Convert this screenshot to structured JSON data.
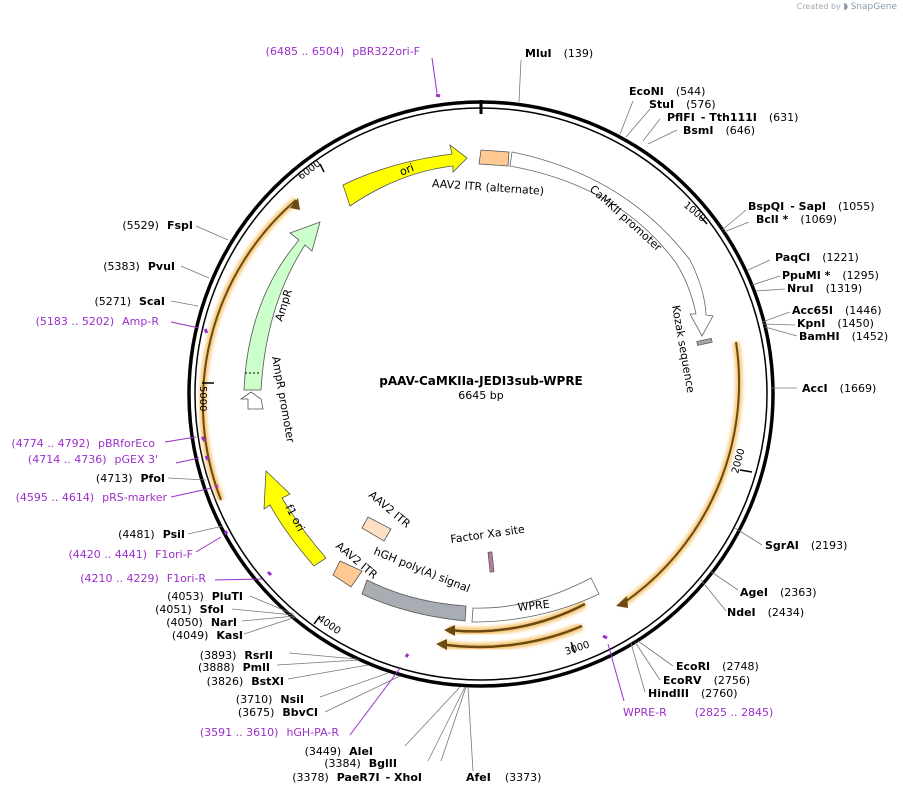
{
  "credit": {
    "prefix": "Created by",
    "brand": "SnapGene"
  },
  "plasmid": {
    "name": "pAAV-CaMKIIa-JEDI3sub-WPRE",
    "length_label": "6645 bp",
    "length": 6645
  },
  "ticks": [
    {
      "label": "1000",
      "pos": 1000
    },
    {
      "label": "2000",
      "pos": 2000
    },
    {
      "label": "3000",
      "pos": 3000
    },
    {
      "label": "4000",
      "pos": 4000
    },
    {
      "label": "5000",
      "pos": 5000
    },
    {
      "label": "6000",
      "pos": 6000
    }
  ],
  "sites": [
    {
      "name": "MluI",
      "pos_label": "(139)",
      "pos": 139
    },
    {
      "name": "EcoNI",
      "pos_label": "(544)",
      "pos": 544
    },
    {
      "name": "StuI",
      "pos_label": "(576)",
      "pos": 576
    },
    {
      "name": "PflFI",
      "name2": "- Tth111I",
      "pos_label": "(631)",
      "pos": 631
    },
    {
      "name": "BsmI",
      "pos_label": "(646)",
      "pos": 646
    },
    {
      "name": "BspQI",
      "name2": "- SapI",
      "pos_label": "(1055)",
      "pos": 1055
    },
    {
      "name": "BclI *",
      "pos_label": "(1069)",
      "pos": 1069
    },
    {
      "name": "PaqCI",
      "pos_label": "(1221)",
      "pos": 1221
    },
    {
      "name": "PpuMI *",
      "pos_label": "(1295)",
      "pos": 1295
    },
    {
      "name": "NruI",
      "pos_label": "(1319)",
      "pos": 1319
    },
    {
      "name": "Acc65I",
      "pos_label": "(1446)",
      "pos": 1446
    },
    {
      "name": "KpnI",
      "pos_label": "(1450)",
      "pos": 1450
    },
    {
      "name": "BamHI",
      "pos_label": "(1452)",
      "pos": 1452
    },
    {
      "name": "AccI",
      "pos_label": "(1669)",
      "pos": 1669
    },
    {
      "name": "SgrAI",
      "pos_label": "(2193)",
      "pos": 2193
    },
    {
      "name": "AgeI",
      "pos_label": "(2363)",
      "pos": 2363
    },
    {
      "name": "NdeI",
      "pos_label": "(2434)",
      "pos": 2434
    },
    {
      "name": "EcoRI",
      "pos_label": "(2748)",
      "pos": 2748
    },
    {
      "name": "EcoRV",
      "pos_label": "(2756)",
      "pos": 2756
    },
    {
      "name": "HindIII",
      "pos_label": "(2760)",
      "pos": 2760
    },
    {
      "name": "AfeI",
      "pos_label": "(3373)",
      "pos": 3373
    },
    {
      "name": "PaeR7I",
      "name2": "- XhoI",
      "pos_label": "(3378)",
      "pos": 3378
    },
    {
      "name": "BglII",
      "pos_label": "(3384)",
      "pos": 3384
    },
    {
      "name": "AleI",
      "pos_label": "(3449)",
      "pos": 3449
    },
    {
      "name": "BbvCI",
      "pos_label": "(3675)",
      "pos": 3675
    },
    {
      "name": "NsiI",
      "pos_label": "(3710)",
      "pos": 3710
    },
    {
      "name": "BstXI",
      "pos_label": "(3826)",
      "pos": 3826
    },
    {
      "name": "PmlI",
      "pos_label": "(3888)",
      "pos": 3888
    },
    {
      "name": "RsrII",
      "pos_label": "(3893)",
      "pos": 3893
    },
    {
      "name": "KasI",
      "pos_label": "(4049)",
      "pos": 4049
    },
    {
      "name": "NarI",
      "pos_label": "(4050)",
      "pos": 4050
    },
    {
      "name": "SfoI",
      "pos_label": "(4051)",
      "pos": 4051
    },
    {
      "name": "PluTI",
      "pos_label": "(4053)",
      "pos": 4053
    },
    {
      "name": "PsiI",
      "pos_label": "(4481)",
      "pos": 4481
    },
    {
      "name": "PfoI",
      "pos_label": "(4713)",
      "pos": 4713
    },
    {
      "name": "ScaI",
      "pos_label": "(5271)",
      "pos": 5271
    },
    {
      "name": "PvuI",
      "pos_label": "(5383)",
      "pos": 5383
    },
    {
      "name": "FspI",
      "pos_label": "(5529)",
      "pos": 5529
    }
  ],
  "primers": [
    {
      "range": "(6485 .. 6504)",
      "name": "pBR322ori-F",
      "pos": 6494
    },
    {
      "range": "(2825 .. 2845)",
      "name": "WPRE-R",
      "pos": 2835
    },
    {
      "range": "(3591 .. 3610)",
      "name": "hGH-PA-R",
      "pos": 3600
    },
    {
      "range": "(4210 .. 4229)",
      "name": "F1ori-R",
      "pos": 4219
    },
    {
      "range": "(4420 .. 4441)",
      "name": "F1ori-F",
      "pos": 4430
    },
    {
      "range": "(4595 .. 4614)",
      "name": "pRS-marker",
      "pos": 4604
    },
    {
      "range": "(4714 .. 4736)",
      "name": "pGEX 3'",
      "pos": 4725
    },
    {
      "range": "(4774 .. 4792)",
      "name": "pBRforEco",
      "pos": 4783
    },
    {
      "range": "(5183 .. 5202)",
      "name": "Amp-R",
      "pos": 5192
    }
  ],
  "features": [
    {
      "name": "ori",
      "color": "#ffff00"
    },
    {
      "name": "AAV2 ITR (alternate)",
      "color": "#ffc993"
    },
    {
      "name": "CaMKII promoter",
      "color": "#ffffff"
    },
    {
      "name": "Kozak sequence",
      "color": "#a0a8b0"
    },
    {
      "name": "WPRE",
      "color": "#ffffff"
    },
    {
      "name": "hGH poly(A) signal",
      "color": "#a8adb3"
    },
    {
      "name": "Factor Xa site",
      "color": "#b07ca0"
    },
    {
      "name": "AAV2 ITR",
      "color": "#ffc993"
    },
    {
      "name": "AAV2 ITR",
      "color": "#ffe0c4"
    },
    {
      "name": "f1 ori",
      "color": "#ffff00"
    },
    {
      "name": "AmpR promoter",
      "color": "#ffffff"
    },
    {
      "name": "AmpR",
      "color": "#ccffcc"
    }
  ],
  "colors": {
    "primer": "#9b2fc9",
    "orf_fill": "#8c6c2a",
    "orf_glow": "#f8c878",
    "backbone": "#000000"
  }
}
